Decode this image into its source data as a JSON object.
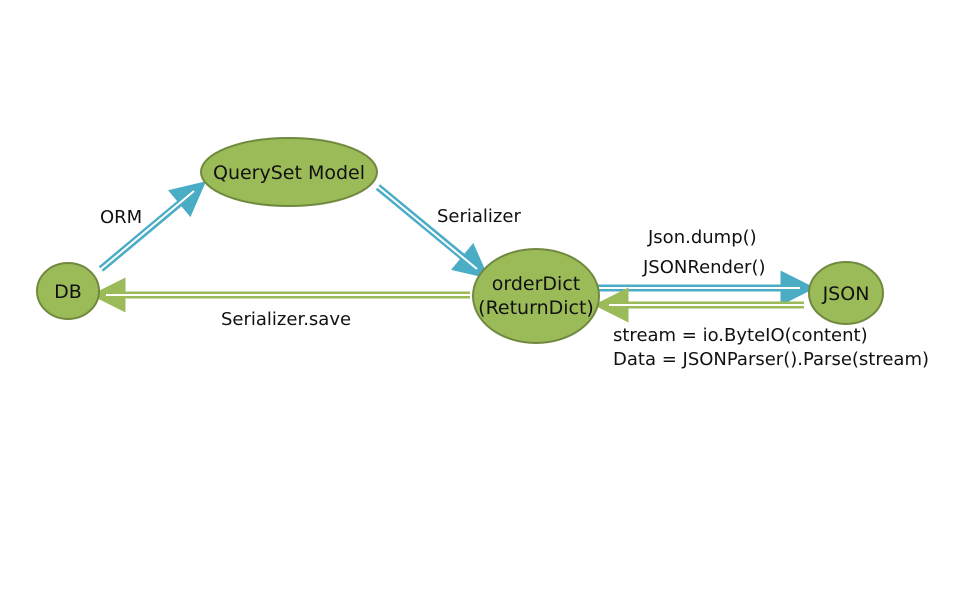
{
  "colors": {
    "node_fill": "#9bbb59",
    "node_stroke": "#71893f",
    "arrow_blue": "#4bacc6",
    "arrow_green": "#9bbb59"
  },
  "nodes": {
    "db": {
      "label": "DB"
    },
    "queryset": {
      "label": "QuerySet Model"
    },
    "orderdict": {
      "line1": "orderDict",
      "line2": "(ReturnDict)"
    },
    "json": {
      "label": "JSON"
    }
  },
  "edges": {
    "orm": {
      "label": "ORM"
    },
    "serializer": {
      "label": "Serializer"
    },
    "serializer_save": {
      "label": "Serializer.save"
    },
    "json_dump": {
      "label": "Json.dump()"
    },
    "json_render": {
      "label": "JSONRender()"
    },
    "parse_stream": {
      "line1": "stream = io.ByteIO(content)",
      "line2": "Data = JSONParser().Parse(stream)"
    }
  }
}
